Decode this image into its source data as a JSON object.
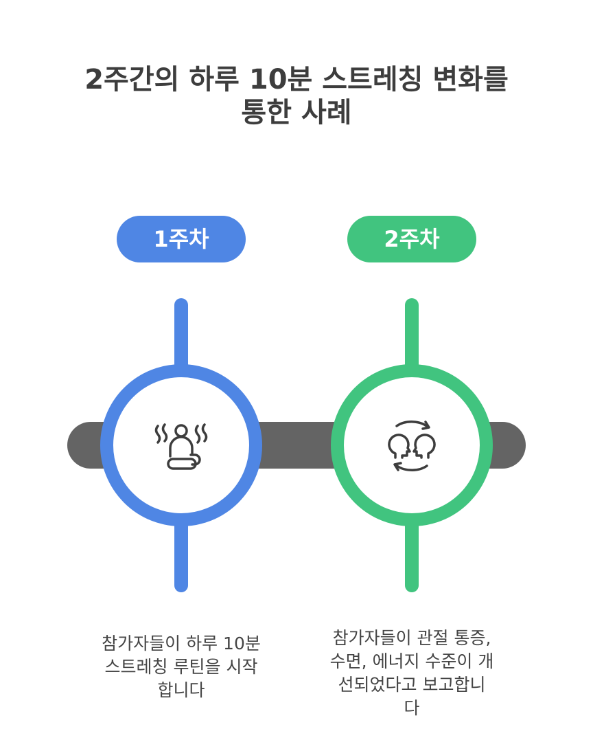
{
  "title": {
    "line1": "2주간의 하루 10분 스트레칭 변화를",
    "line2": "통한 사례"
  },
  "colors": {
    "step1": "#4f86e4",
    "step2": "#41c47f",
    "track": "#646464"
  },
  "steps": [
    {
      "label": "1주차",
      "icon": "meditation-relax-icon",
      "description": [
        "참가자들이 하루 10분",
        "스트레칭 루틴을 시작",
        "합니다"
      ]
    },
    {
      "label": "2주차",
      "icon": "people-exchange-cycle-icon",
      "description": [
        "참가자들이 관절 통증,",
        "수면, 에너지 수준이 개",
        "선되었다고 보고합니",
        "다"
      ]
    }
  ]
}
